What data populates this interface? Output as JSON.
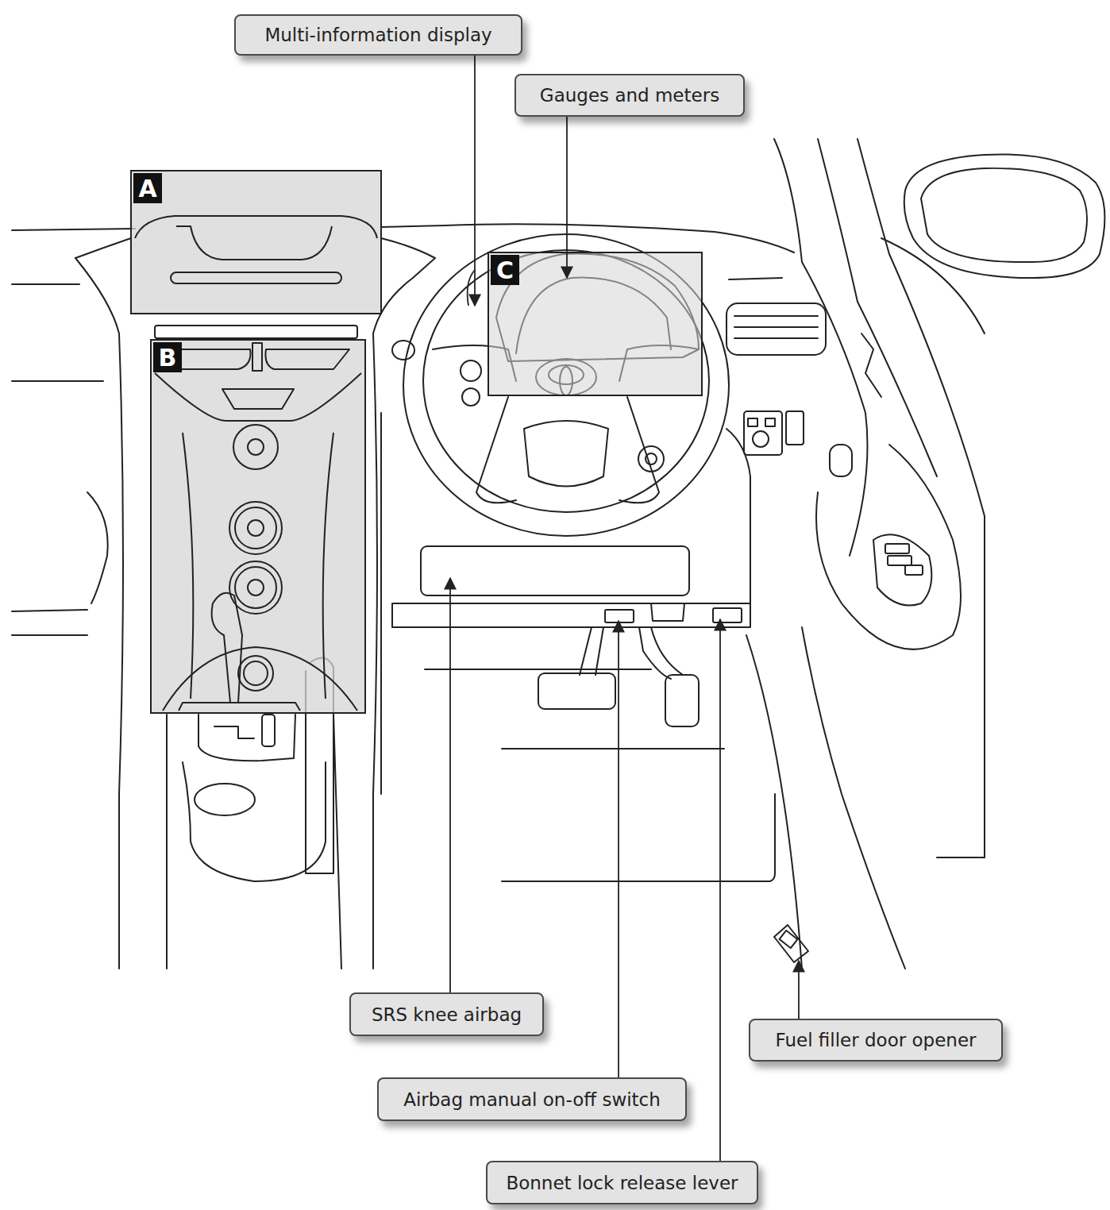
{
  "diagram": {
    "nodes": [
      {
        "text": [
          "Multi-information display"
        ]
      },
      {
        "text": [
          "Gauges and meters"
        ]
      },
      {
        "text": [
          "A"
        ]
      },
      {
        "text": [
          "C"
        ]
      },
      {
        "text": [
          "B"
        ]
      },
      {
        "text": [
          "SRS knee airbag"
        ]
      },
      {
        "text": [
          "Fuel filler door opener"
        ]
      },
      {
        "text": [
          "Airbag manual on-off switch"
        ]
      },
      {
        "text": [
          "Bonnet lock release lever"
        ]
      }
    ]
  }
}
